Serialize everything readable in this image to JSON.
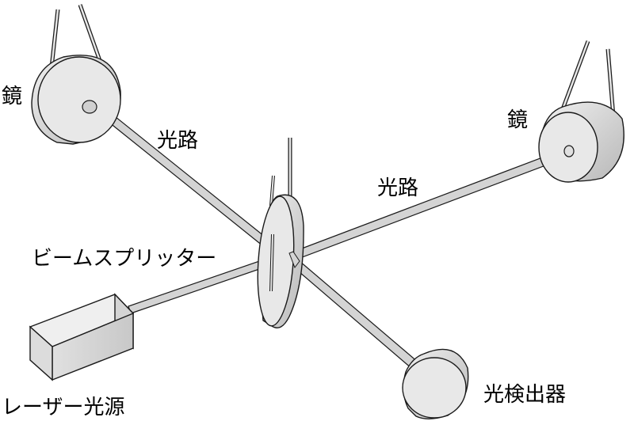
{
  "labels": {
    "mirror_left": "鏡",
    "mirror_right": "鏡",
    "light_path_left": "光路",
    "light_path_right": "光路",
    "beam_splitter": "ビームスプリッター",
    "laser_source": "レーザー光源",
    "photodetector": "光検出器"
  },
  "colors": {
    "body_fill": "#d9d9d9",
    "face_fill": "#e6e6e6",
    "shade_fill": "#c4c4c4",
    "outline": "#1a1a1a"
  }
}
